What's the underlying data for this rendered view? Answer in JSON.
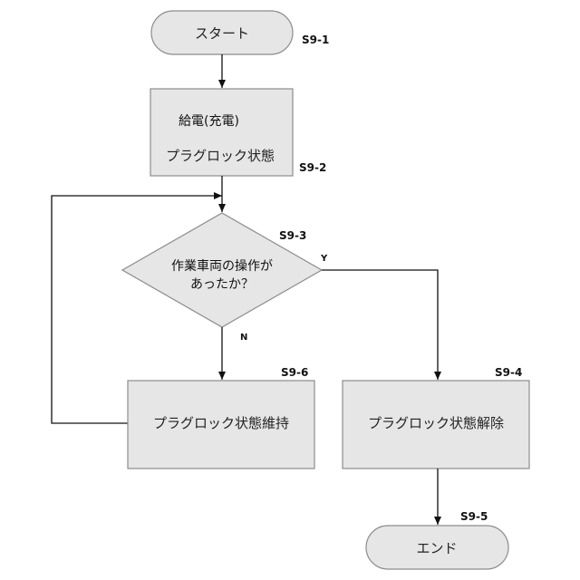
{
  "diagram": {
    "start": {
      "label": "スタート",
      "step": "S9-1"
    },
    "supply": {
      "line1": "給電(充電)",
      "line2": "プラグロック状態",
      "step": "S9-2"
    },
    "decision": {
      "line1": "作業車両の操作が",
      "line2": "あったか？",
      "step": "S9-3",
      "yes": "Y",
      "no": "N"
    },
    "maintain": {
      "label": "プラグロック状態維持",
      "step": "S9-6"
    },
    "release": {
      "label": "プラグロック状態解除",
      "step": "S9-4"
    },
    "end": {
      "label": "エンド",
      "step": "S9-5"
    }
  }
}
